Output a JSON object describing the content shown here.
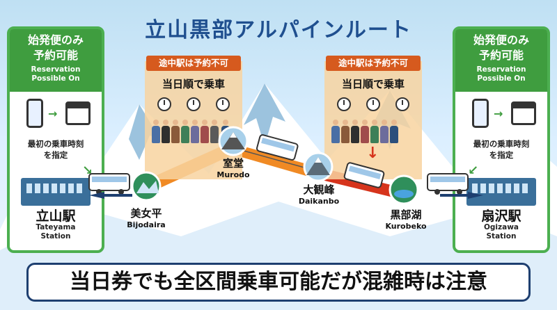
{
  "title": "立山黒部アルパインルート",
  "left_panel": {
    "reserve_jp": [
      "始発便のみ",
      "予約可能"
    ],
    "reserve_en": [
      "Reservation",
      "Possible On"
    ],
    "note": [
      "最初の乗車時刻",
      "を指定"
    ],
    "station_jp": "立山駅",
    "station_en": [
      "Tateyama",
      "Station"
    ]
  },
  "right_panel": {
    "reserve_jp": [
      "始発便のみ",
      "予約可能"
    ],
    "reserve_en": [
      "Reservation",
      "Possible On"
    ],
    "note": [
      "最初の乗車時刻",
      "を指定"
    ],
    "station_jp": "扇沢駅",
    "station_en": [
      "Ogizawa",
      "Station"
    ]
  },
  "queue_left": {
    "tag": "途中駅は予約不可",
    "title": "当日順で乗車"
  },
  "queue_right": {
    "tag": "途中駅は予約不可",
    "title": "当日順で乗車"
  },
  "stations": {
    "bijodaira": {
      "jp": "美女平",
      "en": "Bijodaira"
    },
    "murodo": {
      "jp": "室堂",
      "en": "Murodo"
    },
    "daikanbo": {
      "jp": "大観峰",
      "en": "Daikanbo"
    },
    "kurobeko": {
      "jp": "黒部湖",
      "en": "Kurobeko"
    }
  },
  "banner": "当日券でも全区間乗車可能だが混雑時は注意",
  "icons": [
    "smartphone-icon",
    "calendar-icon",
    "clock-icon",
    "bus-icon",
    "trolleybus-icon",
    "cable-car-icon",
    "ropeway-icon",
    "station-building-icon",
    "mountain-icon",
    "lake-icon",
    "arrow-icon"
  ],
  "colors": {
    "title": "#1f4f8f",
    "panel_green": "#3f9d3f",
    "route_orange": "#f08a24",
    "route_red": "#d6341c",
    "queue_box": "#f8d3a0",
    "tag_orange": "#d65a1e",
    "banner_border": "#1e3f70"
  }
}
